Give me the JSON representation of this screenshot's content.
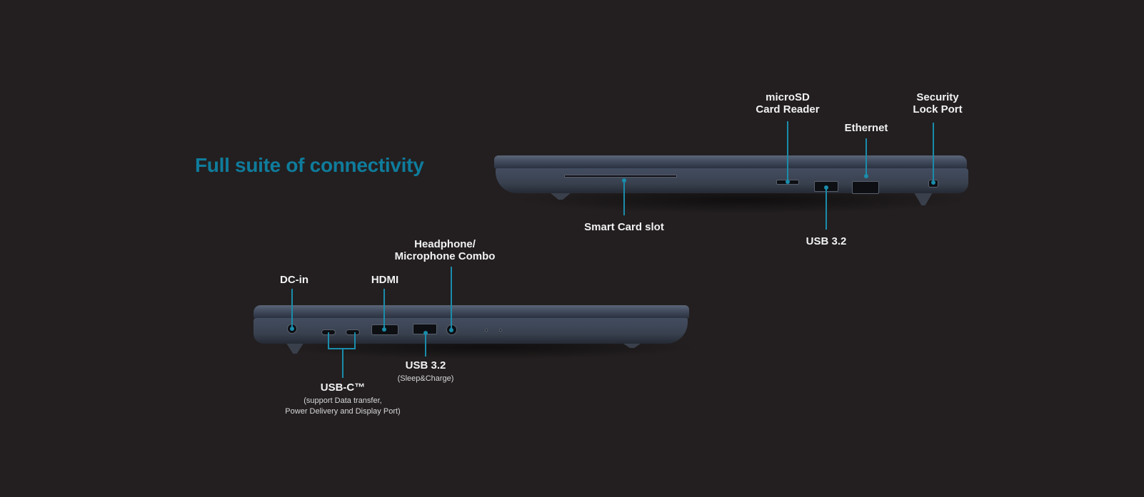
{
  "title": "Full suite of connectivity",
  "colors": {
    "accent": "#0f7c9c",
    "callout_line": "#1a8cab",
    "background": "#231f20"
  },
  "right_side": {
    "labels": {
      "microsd": [
        "microSD",
        "Card Reader"
      ],
      "security": [
        "Security",
        "Lock Port"
      ],
      "ethernet": "Ethernet",
      "smart_card": "Smart Card slot",
      "usb": "USB 3.2"
    }
  },
  "left_side": {
    "labels": {
      "dc_in": "DC-in",
      "hdmi": "HDMI",
      "headphone": [
        "Headphone/",
        "Microphone Combo"
      ],
      "usb": "USB 3.2",
      "usb_note": "(Sleep&Charge)",
      "usbc": "USB-C™",
      "usbc_note": [
        "(support Data transfer,",
        "Power Delivery and Display Port)"
      ]
    }
  }
}
